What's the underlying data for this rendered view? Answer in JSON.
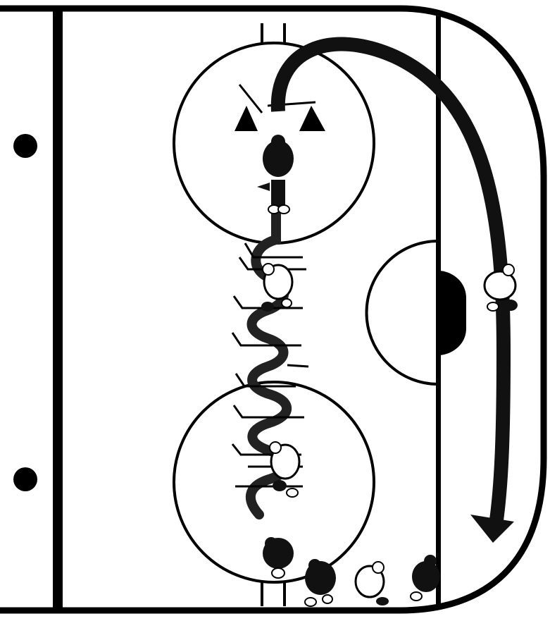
{
  "diagram": {
    "type": "hockey-drill",
    "view": "half-rink-top-down",
    "colors": {
      "ice": "#ffffff",
      "lines": "#000000",
      "path": "#111111",
      "jersey_dark": "#111111",
      "jersey_light": "#ffffff"
    },
    "rink_elements": [
      {
        "name": "boards",
        "shape": "rounded-rectangle"
      },
      {
        "name": "blue-line",
        "shape": "line"
      },
      {
        "name": "goal-line",
        "shape": "line"
      },
      {
        "name": "faceoff-circle",
        "count": 2
      },
      {
        "name": "goal-crease",
        "shape": "semicircle"
      },
      {
        "name": "goal-net",
        "shape": "half-oval"
      },
      {
        "name": "faceoff-hash-marks",
        "count": 2
      },
      {
        "name": "bench-dots",
        "count": 2
      }
    ],
    "drill": {
      "cones": 2,
      "sticks_on_ice": 10,
      "players": 8,
      "paths": [
        {
          "name": "weave-path",
          "style": "serpentine",
          "direction": "up"
        },
        {
          "name": "curl-path",
          "style": "arc-with-arrowhead",
          "direction": "down-right"
        }
      ]
    }
  }
}
